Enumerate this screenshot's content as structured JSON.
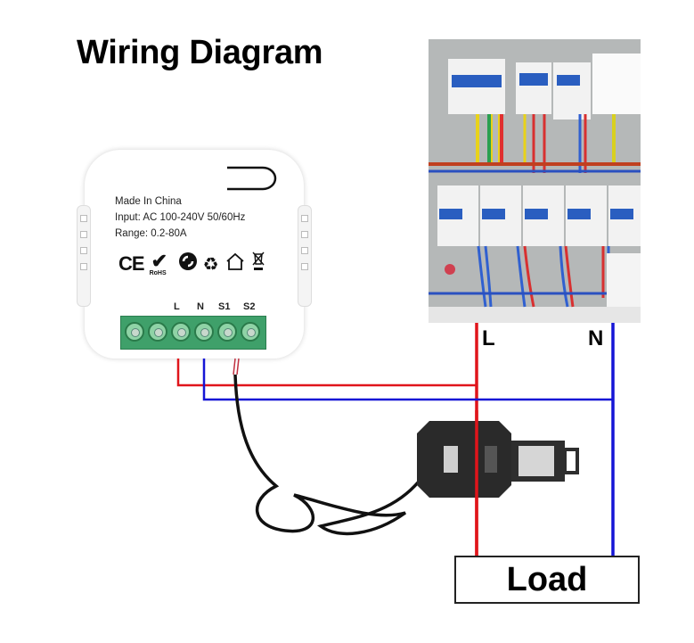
{
  "title": "Wiring Diagram",
  "device": {
    "lines": [
      "Made In China",
      "Input: AC 100-240V 50/60Hz",
      "Range: 0.2-80A"
    ],
    "certifications": [
      "CE",
      "RoHS",
      "green-dot",
      "recycle",
      "indoor-use",
      "weee-bin"
    ],
    "rohs_label": "RoHS",
    "ce_label": "CE",
    "terminals": [
      "L",
      "N",
      "S1",
      "S2"
    ]
  },
  "panel": {
    "line_label": "L",
    "neutral_label": "N"
  },
  "load_label": "Load",
  "colors": {
    "line_wire": "#e0151b",
    "neutral_wire": "#1515d6",
    "terminal_block": "#3fa06a",
    "ct_body": "#2a2a2a"
  }
}
